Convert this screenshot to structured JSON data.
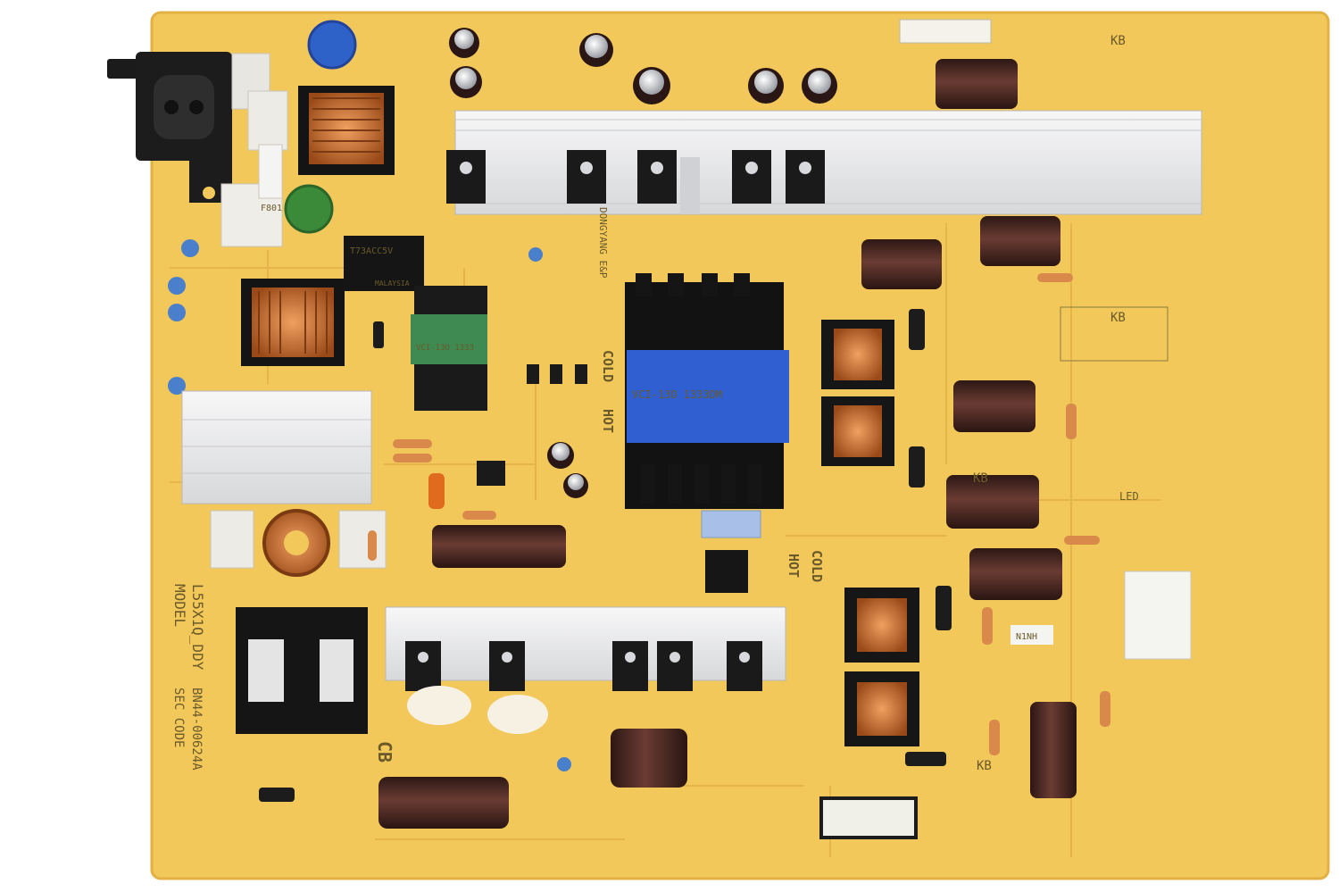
{
  "board": {
    "colors": {
      "pcb": "#f2c85a",
      "pcb_edge": "#e7b64a",
      "silkscreen": "#6a5a2a",
      "heatsink": "#e9e9ea",
      "capacitor": "#4a2a25",
      "copper": "#c06a2a",
      "transformer_label": "#2f5fd0"
    },
    "labels": {
      "model_line": "MODEL",
      "model_name": "L55X1Q_DDY",
      "sec_code_line": "SEC CODE",
      "part_number": "BN44-00624A",
      "cb_mark": "CB",
      "hot_1": "HOT",
      "hot_2": "HOT",
      "cold_1": "COLD",
      "cold_2": "COLD",
      "manufacturer": "DONGYANG E&P",
      "kb_1": "KB",
      "kb_2": "KB",
      "kb_3": "KB",
      "kb_4": "KB",
      "relay_text": "T73ACC5V",
      "relay_country": "MALAYSIA",
      "sticker_text": "N1NH",
      "main_transformer_code": "VCI-13O 1333DM",
      "aux_transformer_code": "VCI-13O 1333",
      "led_label": "LED",
      "fuse_label": "F801"
    }
  }
}
